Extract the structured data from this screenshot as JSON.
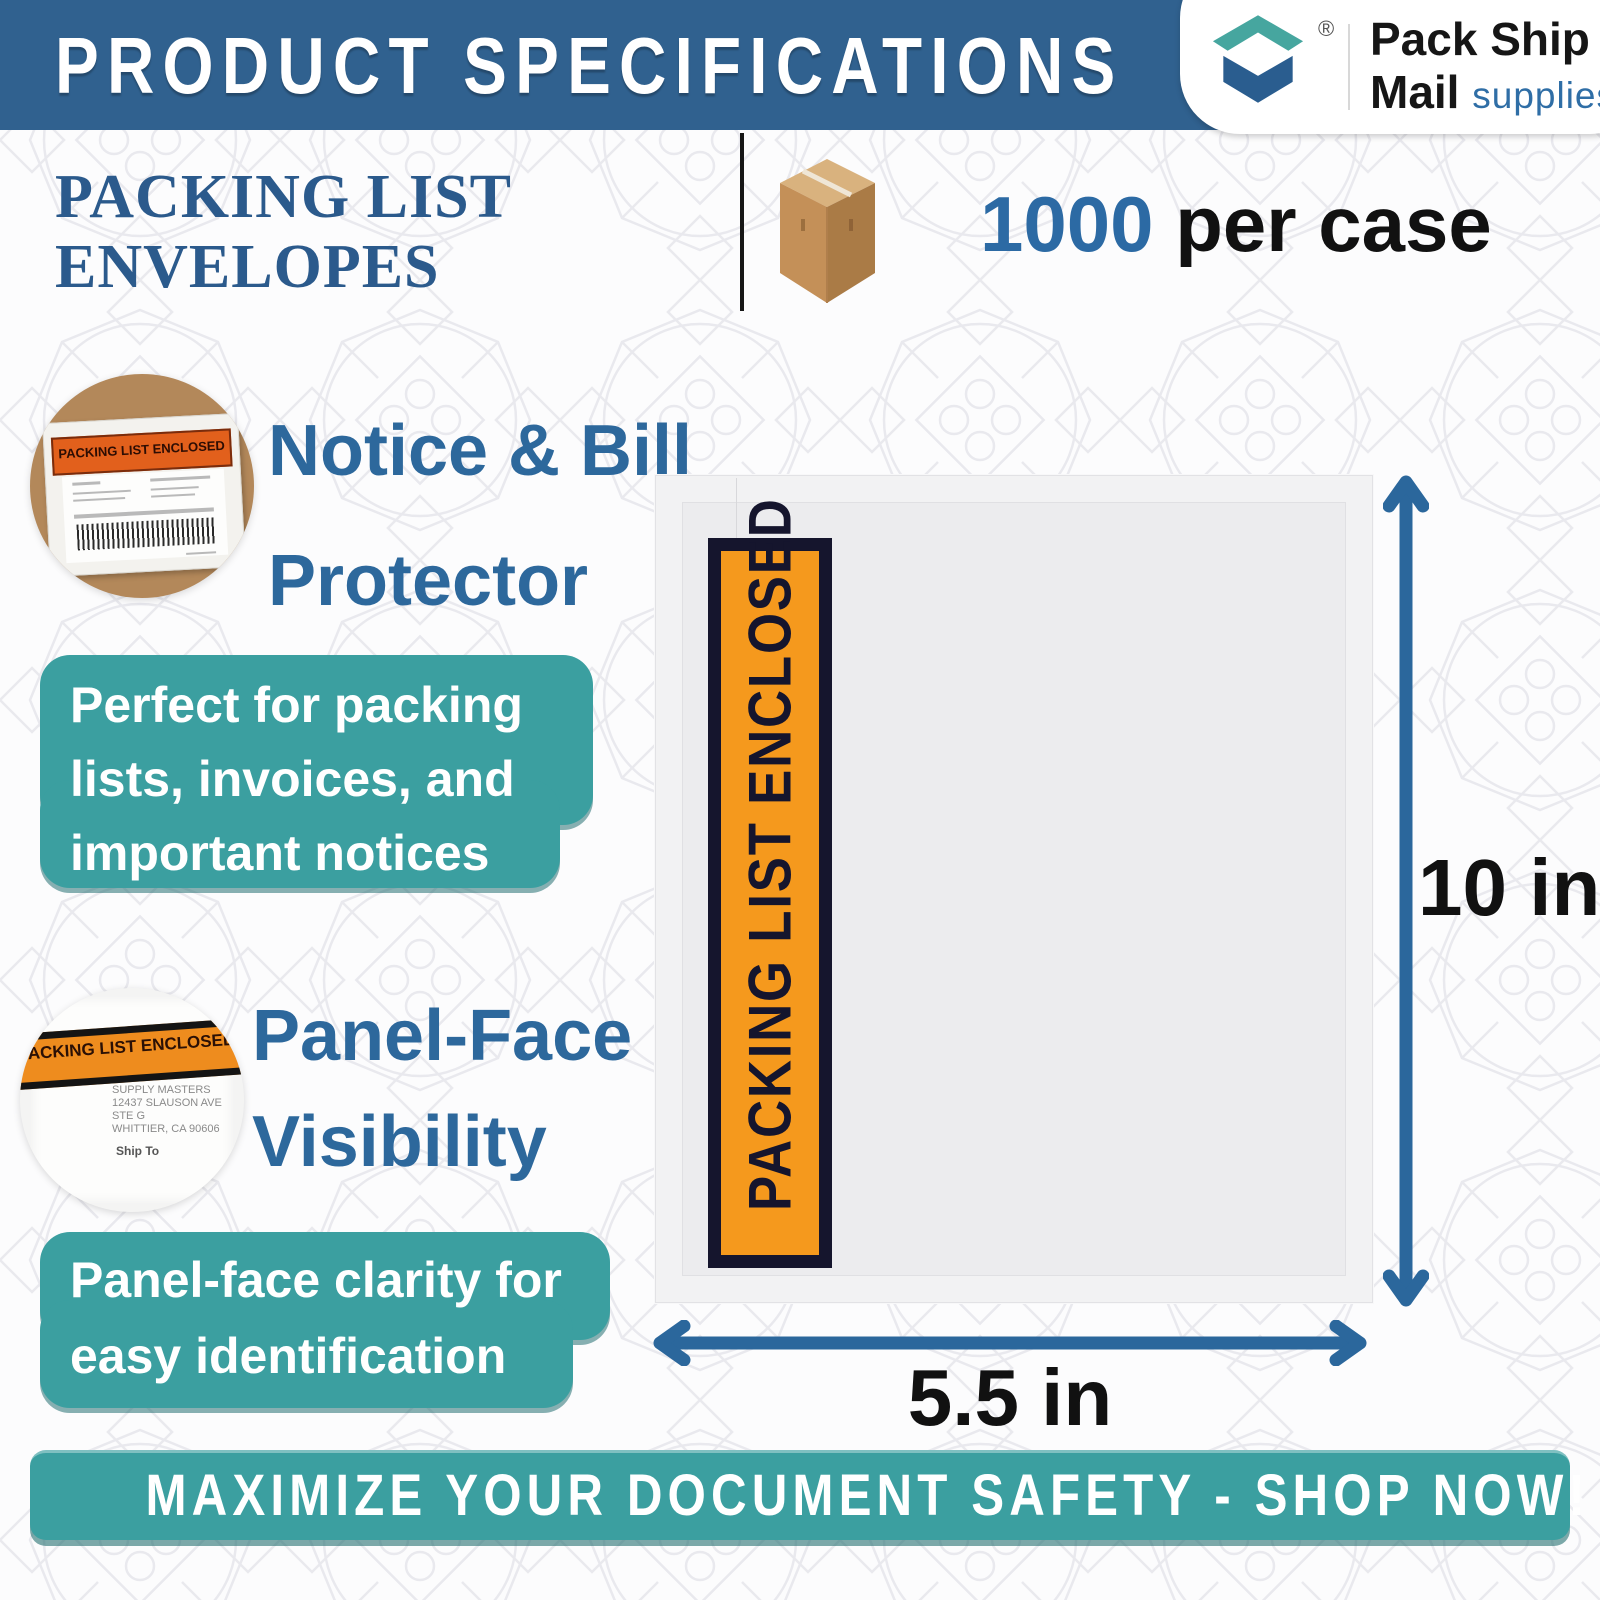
{
  "header": {
    "title": "PRODUCT SPECIFICATIONS"
  },
  "logo": {
    "brand_top": "Pack Ship",
    "brand_bottom": "Mail",
    "brand_suffix": "supplies",
    "registered": "®"
  },
  "intro": {
    "product_line1": "PACKING LIST",
    "product_line2": "ENVELOPES",
    "case_count": "1000",
    "case_unit": " per case"
  },
  "features": [
    {
      "heading_line1": "Notice & Bill",
      "heading_line2": "Protector",
      "callout_lines": [
        "Perfect for packing",
        "lists, invoices, and",
        "important notices"
      ],
      "photo_banner": "PACKING LIST ENCLOSED"
    },
    {
      "heading_line1": "Panel-Face",
      "heading_line2": "Visibility",
      "callout_lines": [
        "Panel-face clarity for",
        "easy identification"
      ],
      "photo_banner": "ACKING LIST ENCLOSED",
      "photo_address_lines": [
        "SUPPLY MASTERS",
        "12437 SLAUSON AVE",
        "STE G",
        "WHITTIER, CA 90606"
      ],
      "photo_ship_to": "Ship To"
    }
  ],
  "envelope_diagram": {
    "banner_text": "PACKING LIST ENCLOSED",
    "height_label": "10 in",
    "width_label": "5.5 in"
  },
  "footer": {
    "cta": "MAXIMIZE YOUR DOCUMENT SAFETY - SHOP NOW!"
  },
  "icons": {
    "logo_icon": "open-box-logo-icon",
    "carton_icon": "shipping-carton-icon",
    "arrows": "dimension-arrow-icons"
  },
  "colors": {
    "header_blue": "#30618f",
    "teal": "#3b9fa0",
    "teal_shadow": "#247072",
    "orange_banner": "#f5991d",
    "navy_border": "#15152d",
    "arrow_blue": "#2b679c",
    "count_blue": "#2c6aa4",
    "heading_blue": "#2d689c",
    "serif_blue": "#2b5a8c"
  }
}
